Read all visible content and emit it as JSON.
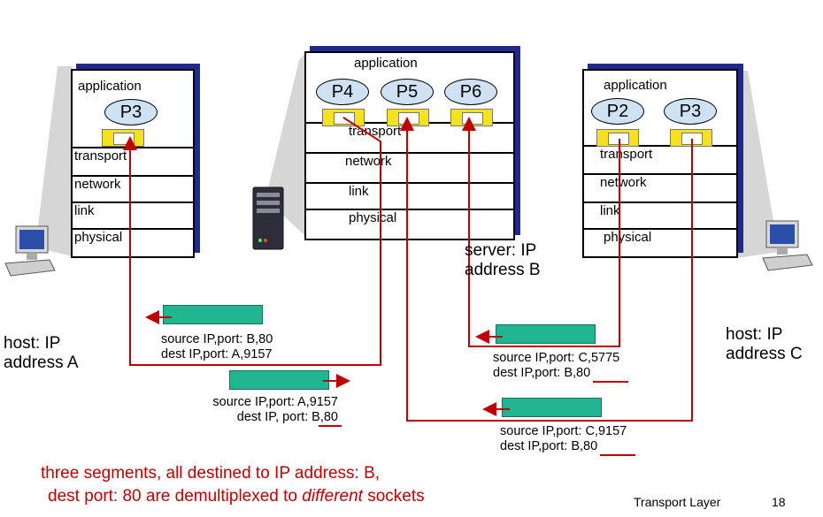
{
  "host_a": {
    "app_label": "application",
    "process": "P3",
    "layers": [
      "transport",
      "network",
      "link",
      "physical"
    ],
    "caption": [
      "host: IP",
      "address A"
    ]
  },
  "server_b": {
    "app_label": "application",
    "processes": [
      "P4",
      "P5",
      "P6"
    ],
    "layers": [
      "transport",
      "network",
      "link",
      "physical"
    ],
    "caption": [
      "server: IP",
      "address B"
    ]
  },
  "host_c": {
    "app_label": "application",
    "processes": [
      "P2",
      "P3"
    ],
    "layers": [
      "transport",
      "network",
      "link",
      "physical"
    ],
    "caption": [
      "host: IP",
      "address C"
    ]
  },
  "segments": [
    {
      "line1": "source IP,port: B,80",
      "line2": "dest IP,port: A,9157"
    },
    {
      "line1": "source IP,port: A,9157",
      "line2": "dest IP, port: B,80"
    },
    {
      "line1": "source IP,port: C,5775",
      "line2": "dest IP,port: B,80"
    },
    {
      "line1": "source IP,port: C,9157",
      "line2": "dest IP,port: B,80"
    }
  ],
  "note": {
    "line1": "three segments, all destined to IP address: B,",
    "line2_a": "dest port: 80 are demultiplexed to ",
    "line2_em": "different",
    "line2_b": " sockets"
  },
  "footer": {
    "section": "Transport Layer",
    "page": "18"
  },
  "colors": {
    "arrow": "#c00000",
    "segment": "#21b592",
    "socket": "#f5e11e",
    "process": "#cfe2f3",
    "shadow": "#1f2a8c"
  }
}
